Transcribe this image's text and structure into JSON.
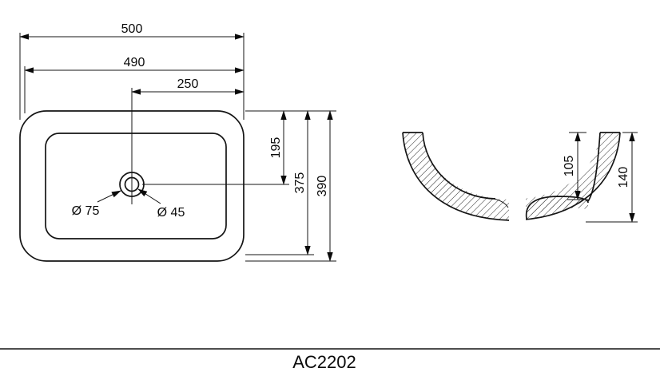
{
  "footer": {
    "model": "AC2202"
  },
  "top_view": {
    "dim_width_total": "500",
    "dim_width_inner": "490",
    "dim_center_to_edge": "250",
    "dim_edge_to_drain": "195",
    "dim_depth_inner": "375",
    "dim_depth_total": "390",
    "label_drain_flange": "Ø 75",
    "label_drain_hole": "Ø 45"
  },
  "side_view": {
    "dim_bowl_inner_height": "105",
    "dim_total_height": "140"
  }
}
